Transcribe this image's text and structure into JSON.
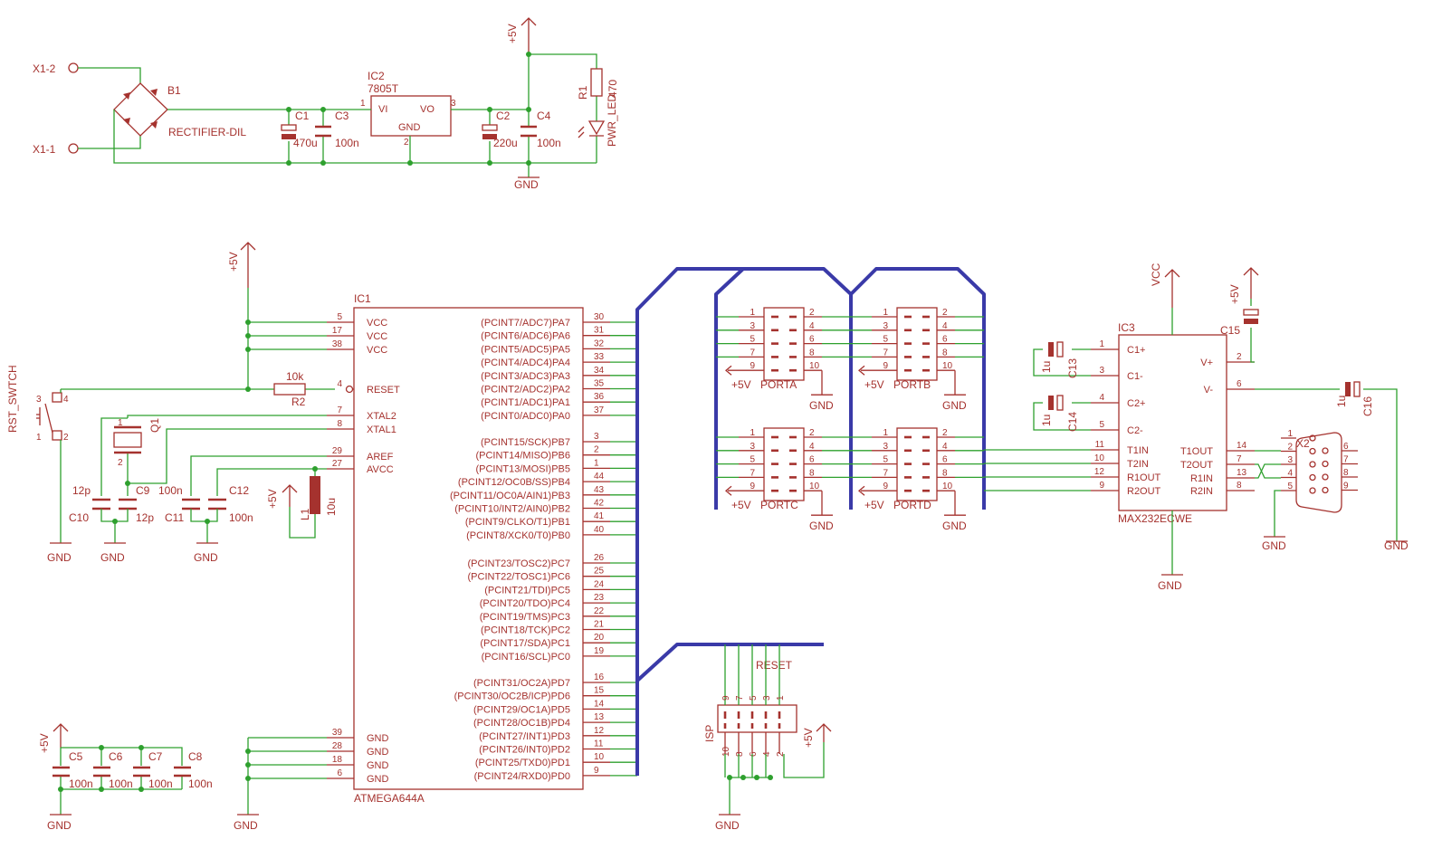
{
  "connectors": {
    "x1_2": "X1-2",
    "x1_1": "X1-1",
    "x2": "X2",
    "portA": "PORTA",
    "portB": "PORTB",
    "portC": "PORTC",
    "portD": "PORTD",
    "isp": "ISP",
    "isp_reset": "RESET",
    "rst_switch": "RST_SWTCH"
  },
  "power": {
    "b1": "B1",
    "b1_value": "RECTIFIER-DIL",
    "ic2": "IC2",
    "ic2_value": "7805T",
    "ic2_vi": "VI",
    "ic2_vo": "VO",
    "ic2_gnd": "GND",
    "r1": "R1",
    "r1_value": "470",
    "led": "PWR_LED",
    "c1": "C1",
    "c1_value": "470u",
    "c2": "C2",
    "c2_value": "220u",
    "c3": "C3",
    "c3_value": "100n",
    "c4": "C4",
    "c4_value": "100n"
  },
  "mcu": {
    "name": "IC1",
    "value": "ATMEGA644A",
    "left_pins": [
      {
        "label": "VCC",
        "num": "5"
      },
      {
        "label": "VCC",
        "num": "17"
      },
      {
        "label": "VCC",
        "num": "38"
      },
      {
        "label": "RESET",
        "num": "4"
      },
      {
        "label": "XTAL2",
        "num": "7"
      },
      {
        "label": "XTAL1",
        "num": "8"
      },
      {
        "label": "AREF",
        "num": "29"
      },
      {
        "label": "AVCC",
        "num": "27"
      },
      {
        "label": "GND",
        "num": "39"
      },
      {
        "label": "GND",
        "num": "28"
      },
      {
        "label": "GND",
        "num": "18"
      },
      {
        "label": "GND",
        "num": "6"
      }
    ],
    "right_pins": [
      {
        "label": "(PCINT7/ADC7)PA7",
        "num": "30"
      },
      {
        "label": "(PCINT6/ADC6)PA6",
        "num": "31"
      },
      {
        "label": "(PCINT5/ADC5)PA5",
        "num": "32"
      },
      {
        "label": "(PCINT4/ADC4)PA4",
        "num": "33"
      },
      {
        "label": "(PCINT3/ADC3)PA3",
        "num": "34"
      },
      {
        "label": "(PCINT2/ADC2)PA2",
        "num": "35"
      },
      {
        "label": "(PCINT1/ADC1)PA1",
        "num": "36"
      },
      {
        "label": "(PCINT0/ADC0)PA0",
        "num": "37"
      },
      {
        "label": "(PCINT15/SCK)PB7",
        "num": "3"
      },
      {
        "label": "(PCINT14/MISO)PB6",
        "num": "2"
      },
      {
        "label": "(PCINT13/MOSI)PB5",
        "num": "1"
      },
      {
        "label": "(PCINT12/OC0B/SS)PB4",
        "num": "44"
      },
      {
        "label": "(PCINT11/OC0A/AIN1)PB3",
        "num": "43"
      },
      {
        "label": "(PCINT10/INT2/AIN0)PB2",
        "num": "42"
      },
      {
        "label": "(PCINT9/CLKO/T1)PB1",
        "num": "41"
      },
      {
        "label": "(PCINT8/XCK0/T0)PB0",
        "num": "40"
      },
      {
        "label": "(PCINT23/TOSC2)PC7",
        "num": "26"
      },
      {
        "label": "(PCINT22/TOSC1)PC6",
        "num": "25"
      },
      {
        "label": "(PCINT21/TDI)PC5",
        "num": "24"
      },
      {
        "label": "(PCINT20/TDO)PC4",
        "num": "23"
      },
      {
        "label": "(PCINT19/TMS)PC3",
        "num": "22"
      },
      {
        "label": "(PCINT18/TCK)PC2",
        "num": "21"
      },
      {
        "label": "(PCINT17/SDA)PC1",
        "num": "20"
      },
      {
        "label": "(PCINT16/SCL)PC0",
        "num": "19"
      },
      {
        "label": "(PCINT31/OC2A)PD7",
        "num": "16"
      },
      {
        "label": "(PCINT30/OC2B/ICP)PD6",
        "num": "15"
      },
      {
        "label": "(PCINT29/OC1A)PD5",
        "num": "14"
      },
      {
        "label": "(PCINT28/OC1B)PD4",
        "num": "13"
      },
      {
        "label": "(PCINT27/INT1)PD3",
        "num": "12"
      },
      {
        "label": "(PCINT26/INT0)PD2",
        "num": "11"
      },
      {
        "label": "(PCINT25/TXD0)PD1",
        "num": "10"
      },
      {
        "label": "(PCINT24/RXD0)PD0",
        "num": "9"
      }
    ]
  },
  "rs232": {
    "name": "IC3",
    "value": "MAX232ECWE",
    "left_pins": [
      {
        "label": "C1+",
        "num": "1"
      },
      {
        "label": "C1-",
        "num": "3"
      },
      {
        "label": "C2+",
        "num": "4"
      },
      {
        "label": "C2-",
        "num": "5"
      },
      {
        "label": "T1IN",
        "num": "11"
      },
      {
        "label": "T2IN",
        "num": "10"
      },
      {
        "label": "R1OUT",
        "num": "12"
      },
      {
        "label": "R2OUT",
        "num": "9"
      }
    ],
    "right_pins": [
      {
        "label": "V+",
        "num": "2"
      },
      {
        "label": "V-",
        "num": "6"
      },
      {
        "label": "T1OUT",
        "num": "14"
      },
      {
        "label": "T2OUT",
        "num": "7"
      },
      {
        "label": "R1IN",
        "num": "13"
      },
      {
        "label": "R2IN",
        "num": "8"
      }
    ],
    "c13": "C13",
    "c14": "C14",
    "c15": "C15",
    "c16": "C16",
    "cap_value": "1u",
    "x2_pins_left": [
      "1",
      "2",
      "3",
      "4",
      "5"
    ],
    "x2_pins_right": [
      "6",
      "7",
      "8",
      "9"
    ]
  },
  "parts": {
    "r2": "R2",
    "r2_value": "10k",
    "q1": "Q1",
    "l1": "L1",
    "l1_value": "10u",
    "c9": "C9",
    "c9_value": "12p",
    "c10": "C10",
    "c10_value": "12p",
    "c11": "C11",
    "c11_value": "100n",
    "c12": "C12",
    "c12_value": "100n",
    "c5": "C5",
    "c6": "C6",
    "c7": "C7",
    "c8": "C8",
    "decouple_value": "100n"
  },
  "symbols": {
    "plus5v": "+5V",
    "vcc": "VCC",
    "gnd": "GND"
  },
  "header_pins": {
    "left": [
      "1",
      "3",
      "5",
      "7",
      "9"
    ],
    "right": [
      "2",
      "4",
      "6",
      "8",
      "10"
    ],
    "isp_top": [
      "9",
      "7",
      "5",
      "3",
      "1"
    ],
    "isp_bottom": [
      "10",
      "8",
      "6",
      "4",
      "2"
    ]
  },
  "pin_digits": {
    "one": "1",
    "two": "2",
    "three": "3",
    "four": "4"
  },
  "colors": {
    "wire": "#2ea02e",
    "part": "#a5322e",
    "bus": "#3a3aa8",
    "background": "#ffffff"
  }
}
